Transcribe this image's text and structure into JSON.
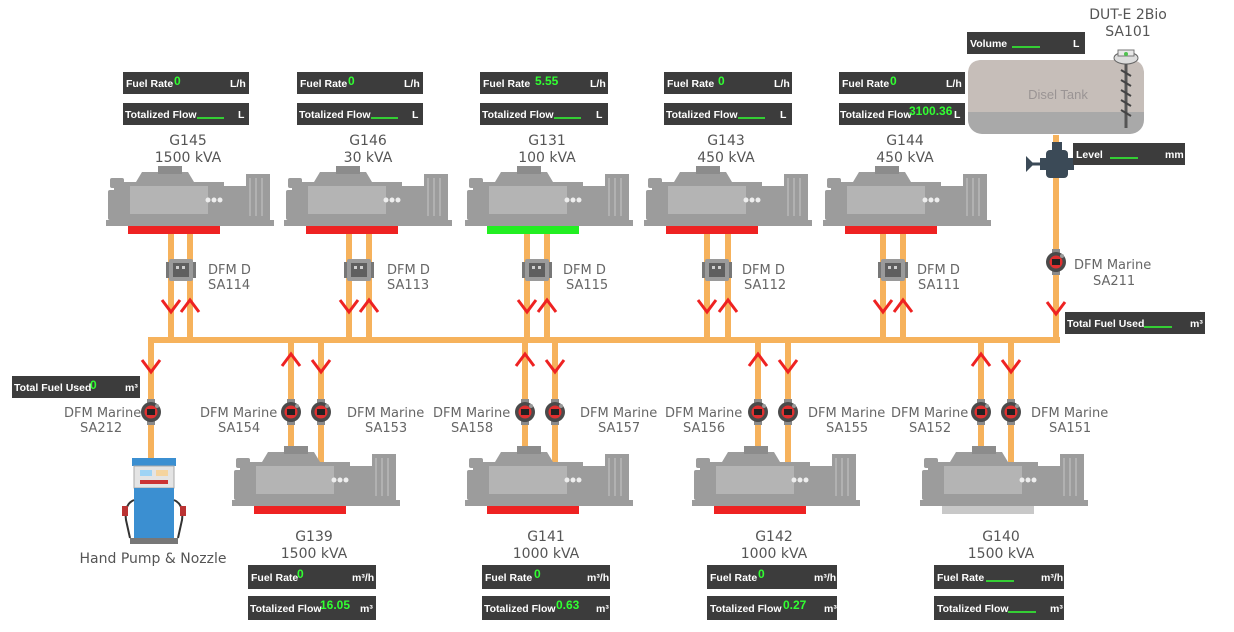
{
  "colors": {
    "pipe": "#f6b25c",
    "readout_bg": "#3c3c3c",
    "value": "#31ff31",
    "status_off": "#ee2222",
    "status_on": "#22ee22",
    "arrow": "#ee2222",
    "machine": "#9c9c9c"
  },
  "top_generators": [
    {
      "name": "G145",
      "rating": "1500 kVA",
      "status": "off",
      "meter": "DFM D",
      "meter_id": "SA114",
      "fuel_rate_label": "Fuel Rate",
      "fuel_rate": "0",
      "fuel_rate_unit": "L/h",
      "total_label": "Totalized Flow",
      "total": "",
      "total_unit": "L"
    },
    {
      "name": "G146",
      "rating": "30 kVA",
      "status": "off",
      "meter": "DFM D",
      "meter_id": "SA113",
      "fuel_rate_label": "Fuel Rate",
      "fuel_rate": "0",
      "fuel_rate_unit": "L/h",
      "total_label": "Totalized Flow",
      "total": "",
      "total_unit": "L"
    },
    {
      "name": "G131",
      "rating": "100 kVA",
      "status": "on",
      "meter": "DFM D",
      "meter_id": "SA115",
      "fuel_rate_label": "Fuel Rate",
      "fuel_rate": "5.55",
      "fuel_rate_unit": "L/h",
      "total_label": "Totalized Flow",
      "total": "",
      "total_unit": "L"
    },
    {
      "name": "G143",
      "rating": "450 kVA",
      "status": "off",
      "meter": "DFM D",
      "meter_id": "SA112",
      "fuel_rate_label": "Fuel Rate",
      "fuel_rate": "0",
      "fuel_rate_unit": "L/h",
      "total_label": "Totalized Flow",
      "total": "",
      "total_unit": "L"
    },
    {
      "name": "G144",
      "rating": "450 kVA",
      "status": "off",
      "meter": "DFM D",
      "meter_id": "SA111",
      "fuel_rate_label": "Fuel Rate",
      "fuel_rate": "0",
      "fuel_rate_unit": "L/h",
      "total_label": "Totalized Flow",
      "total": "3100.36",
      "total_unit": "L"
    }
  ],
  "bottom_generators": [
    {
      "name": "G139",
      "rating": "1500 kVA",
      "status": "off",
      "meter_a": "DFM Marine",
      "meter_a_id": "SA154",
      "meter_b": "DFM Marine",
      "meter_b_id": "SA153",
      "fuel_rate_label": "Fuel Rate",
      "fuel_rate": "0",
      "fuel_rate_unit": "m³/h",
      "total_label": "Totalized Flow",
      "total": "16.05",
      "total_unit": "m³"
    },
    {
      "name": "G141",
      "rating": "1000 kVA",
      "status": "off",
      "meter_a": "DFM Marine",
      "meter_a_id": "SA158",
      "meter_b": "DFM Marine",
      "meter_b_id": "SA157",
      "fuel_rate_label": "Fuel Rate",
      "fuel_rate": "0",
      "fuel_rate_unit": "m³/h",
      "total_label": "Totalized Flow",
      "total": "0.63",
      "total_unit": "m³"
    },
    {
      "name": "G142",
      "rating": "1000 kVA",
      "status": "off",
      "meter_a": "DFM Marine",
      "meter_a_id": "SA156",
      "meter_b": "DFM Marine",
      "meter_b_id": "SA155",
      "fuel_rate_label": "Fuel Rate",
      "fuel_rate": "0",
      "fuel_rate_unit": "m³/h",
      "total_label": "Totalized Flow",
      "total": "0.27",
      "total_unit": "m³"
    },
    {
      "name": "G140",
      "rating": "1500 kVA",
      "status": "none",
      "meter_a": "DFM Marine",
      "meter_a_id": "SA152",
      "meter_b": "DFM Marine",
      "meter_b_id": "SA151",
      "fuel_rate_label": "Fuel Rate",
      "fuel_rate": "",
      "fuel_rate_unit": "m³/h",
      "total_label": "Totalized Flow",
      "total": "",
      "total_unit": "m³"
    }
  ],
  "tank": {
    "label": "Disel Tank",
    "sensor": "DUT-E 2Bio",
    "sensor_id": "SA101",
    "volume_label": "Volume",
    "volume": "",
    "volume_unit": "L",
    "level_label": "Level",
    "level": "",
    "level_unit": "mm"
  },
  "tank_meter": {
    "name": "DFM Marine",
    "id": "SA211",
    "total_label": "Total Fuel Used",
    "total": "",
    "total_unit": "m³"
  },
  "hand_pump": {
    "label": "Hand Pump & Nozzle",
    "meter": "DFM Marine",
    "meter_id": "SA212",
    "total_label": "Total Fuel Used",
    "total": "0",
    "total_unit": "m³"
  }
}
